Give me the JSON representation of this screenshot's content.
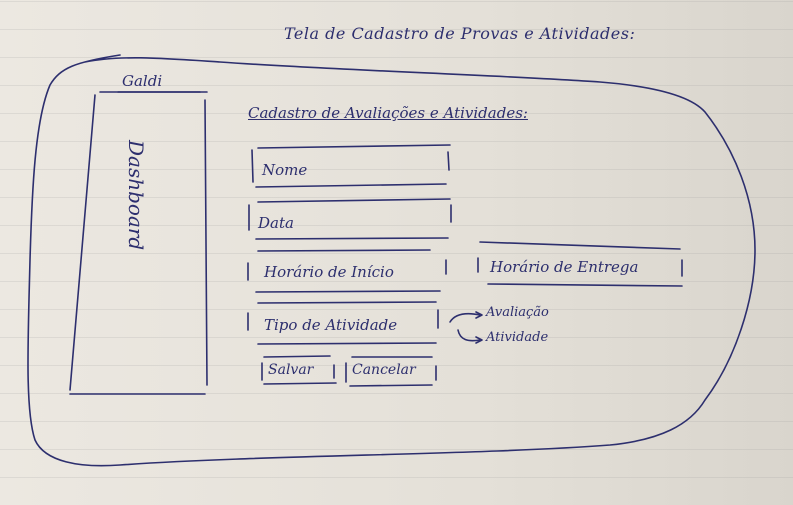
{
  "page_title": "Tela de Cadastro de Provas e Atividades:",
  "sidebar": {
    "logo": "Galdi",
    "nav_label": "Dashboard"
  },
  "form": {
    "title": "Cadastro de Avaliações e Atividades:",
    "fields": {
      "nome": "Nome",
      "data": "Data",
      "horario_inicio": "Horário de Início",
      "horario_entrega": "Horário de Entrega",
      "tipo_atividade": "Tipo de Atividade"
    },
    "tipo_options": [
      "Avaliação",
      "Atividade"
    ],
    "buttons": {
      "save": "Salvar",
      "cancel": "Cancelar"
    }
  },
  "colors": {
    "ink": "#2d2f6e",
    "paper": "#e7e3dc"
  }
}
